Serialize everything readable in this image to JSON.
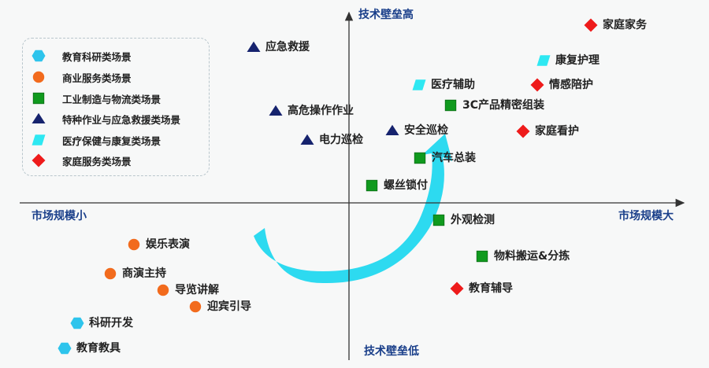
{
  "axes": {
    "top": "技术壁垒高",
    "bottom": "技术壁垒低",
    "left": "市场规模小",
    "right": "市场规模大"
  },
  "legend": [
    {
      "label": "教育科研类场景",
      "shape": "hexagon",
      "color": "#2ec4ec"
    },
    {
      "label": "商业服务类场景",
      "shape": "circle",
      "color": "#f26b1d"
    },
    {
      "label": "工业制造与物流类场景",
      "shape": "square",
      "color": "#109a1e"
    },
    {
      "label": "特种作业与应急救援类场景",
      "shape": "triangle",
      "color": "#16236e"
    },
    {
      "label": "医疗保健与康复类场景",
      "shape": "parallelogram",
      "color": "#2ee8f2"
    },
    {
      "label": "家庭服务类场景",
      "shape": "diamond",
      "color": "#ee1b1b"
    }
  ],
  "points": [
    {
      "label": "家庭家务",
      "group": 5
    },
    {
      "label": "康复护理",
      "group": 4
    },
    {
      "label": "医疗辅助",
      "group": 4
    },
    {
      "label": "情感陪护",
      "group": 5
    },
    {
      "label": "3C产品精密组装",
      "group": 2
    },
    {
      "label": "家庭看护",
      "group": 5
    },
    {
      "label": "安全巡检",
      "group": 3
    },
    {
      "label": "汽车总装",
      "group": 2
    },
    {
      "label": "螺丝锁付",
      "group": 2
    },
    {
      "label": "应急救援",
      "group": 3
    },
    {
      "label": "高危操作作业",
      "group": 3
    },
    {
      "label": "电力巡检",
      "group": 3
    },
    {
      "label": "外观检测",
      "group": 2
    },
    {
      "label": "物料搬运&分拣",
      "group": 2
    },
    {
      "label": "教育辅导",
      "group": 5
    },
    {
      "label": "娱乐表演",
      "group": 1
    },
    {
      "label": "商演主持",
      "group": 1
    },
    {
      "label": "导览讲解",
      "group": 1
    },
    {
      "label": "迎宾引导",
      "group": 1
    },
    {
      "label": "科研开发",
      "group": 0
    },
    {
      "label": "教育教具",
      "group": 0
    }
  ],
  "colors": {
    "axis": "#333333",
    "arrow": "#22d8ef",
    "axis_label": "#1a3f8a"
  }
}
